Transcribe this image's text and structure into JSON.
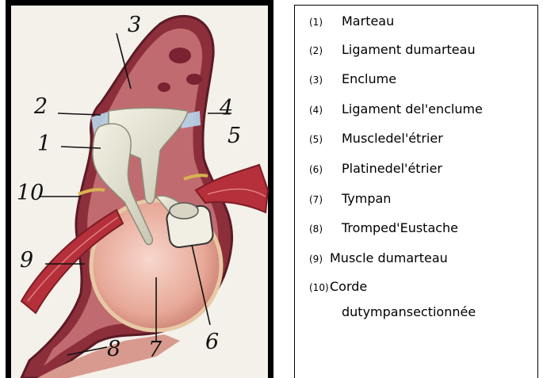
{
  "figure": {
    "numbers": [
      "1",
      "2",
      "3",
      "4",
      "5",
      "6",
      "7",
      "8",
      "9",
      "10"
    ]
  },
  "legend": {
    "items": [
      {
        "index": "(1)",
        "label": "Marteau"
      },
      {
        "index": "(2)",
        "label": "Ligament dumarteau"
      },
      {
        "index": "(3)",
        "label": "Enclume"
      },
      {
        "index": "(4)",
        "label": "Ligament del'enclume"
      },
      {
        "index": "(5)",
        "label": "Muscledel'étrier"
      },
      {
        "index": "(6)",
        "label": "Platinedel'étrier"
      },
      {
        "index": "(7)",
        "label": "Tympan"
      },
      {
        "index": "(8)",
        "label": "Tromped'Eustache"
      },
      {
        "index": "(9)",
        "label": "Muscle dumarteau"
      },
      {
        "index": "(10)",
        "label": "Corde",
        "label_cont": "dutympansectionnée"
      }
    ]
  }
}
